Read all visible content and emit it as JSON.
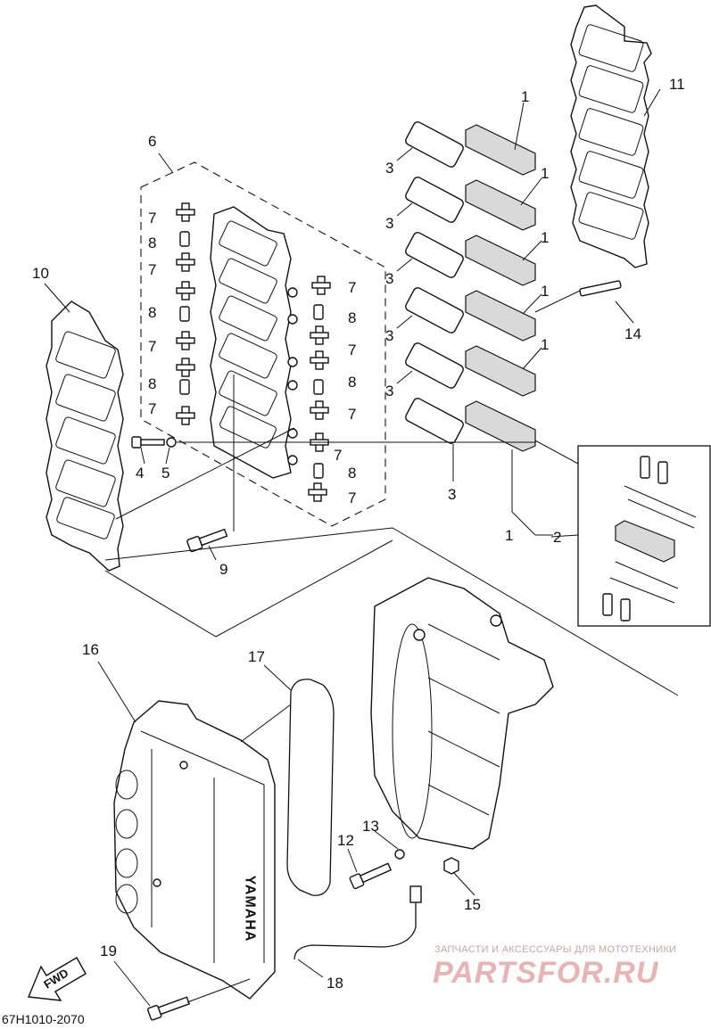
{
  "diagram": {
    "labels": [
      {
        "id": "l1a",
        "text": "1"
      },
      {
        "id": "l1b",
        "text": "1"
      },
      {
        "id": "l1c",
        "text": "1"
      },
      {
        "id": "l1d",
        "text": "1"
      },
      {
        "id": "l1e",
        "text": "1"
      },
      {
        "id": "l1f",
        "text": "1"
      },
      {
        "id": "l2",
        "text": "2"
      },
      {
        "id": "l3a",
        "text": "3"
      },
      {
        "id": "l3b",
        "text": "3"
      },
      {
        "id": "l3c",
        "text": "3"
      },
      {
        "id": "l3d",
        "text": "3"
      },
      {
        "id": "l3e",
        "text": "3"
      },
      {
        "id": "l3f",
        "text": "3"
      },
      {
        "id": "l4",
        "text": "4"
      },
      {
        "id": "l5",
        "text": "5"
      },
      {
        "id": "l6",
        "text": "6"
      },
      {
        "id": "l7a",
        "text": "7"
      },
      {
        "id": "l7b",
        "text": "7"
      },
      {
        "id": "l7c",
        "text": "7"
      },
      {
        "id": "l7d",
        "text": "7"
      },
      {
        "id": "l7e",
        "text": "7"
      },
      {
        "id": "l7f",
        "text": "7"
      },
      {
        "id": "l7g",
        "text": "7"
      },
      {
        "id": "l7h",
        "text": "7"
      },
      {
        "id": "l7i",
        "text": "7"
      },
      {
        "id": "l8a",
        "text": "8"
      },
      {
        "id": "l8b",
        "text": "8"
      },
      {
        "id": "l8c",
        "text": "8"
      },
      {
        "id": "l8d",
        "text": "8"
      },
      {
        "id": "l8e",
        "text": "8"
      },
      {
        "id": "l8f",
        "text": "8"
      },
      {
        "id": "l9",
        "text": "9"
      },
      {
        "id": "l10",
        "text": "10"
      },
      {
        "id": "l11",
        "text": "11"
      },
      {
        "id": "l12",
        "text": "12"
      },
      {
        "id": "l13",
        "text": "13"
      },
      {
        "id": "l14",
        "text": "14"
      },
      {
        "id": "l15",
        "text": "15"
      },
      {
        "id": "l16",
        "text": "16"
      },
      {
        "id": "l17",
        "text": "17"
      },
      {
        "id": "l18",
        "text": "18"
      },
      {
        "id": "l19",
        "text": "19"
      }
    ],
    "diagram_code": "67H1010-2070",
    "fwd_marker": "FWD",
    "cover_brand": "YAMAHA",
    "watermark": {
      "tagline": "ЗАПЧАСТИ И АКСЕССУАРЫ ДЛЯ МОТОТЕХНИКИ",
      "brand": "PARTSFOR.RU"
    }
  }
}
